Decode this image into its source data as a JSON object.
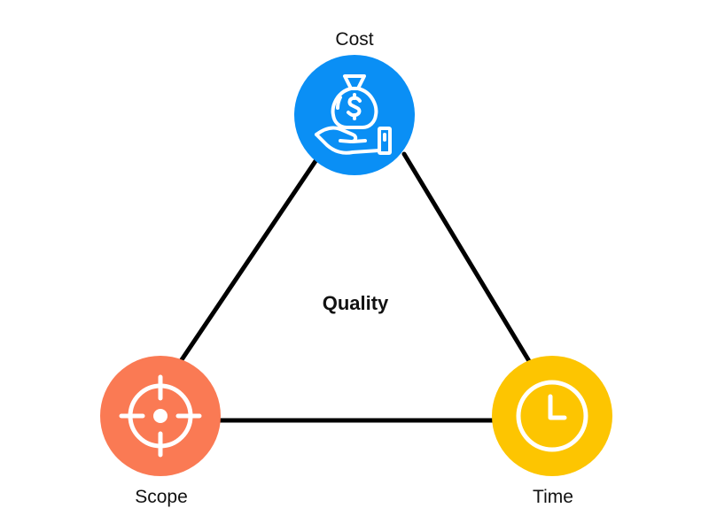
{
  "diagram": {
    "center_label": "Quality",
    "nodes": {
      "cost": {
        "label": "Cost",
        "color": "#0a8ff5",
        "icon": "money-bag-hand-icon"
      },
      "scope": {
        "label": "Scope",
        "color": "#fa7a54",
        "icon": "target-crosshair-icon"
      },
      "time": {
        "label": "Time",
        "color": "#fdc501",
        "icon": "clock-icon"
      }
    },
    "edge_color": "#000000"
  }
}
